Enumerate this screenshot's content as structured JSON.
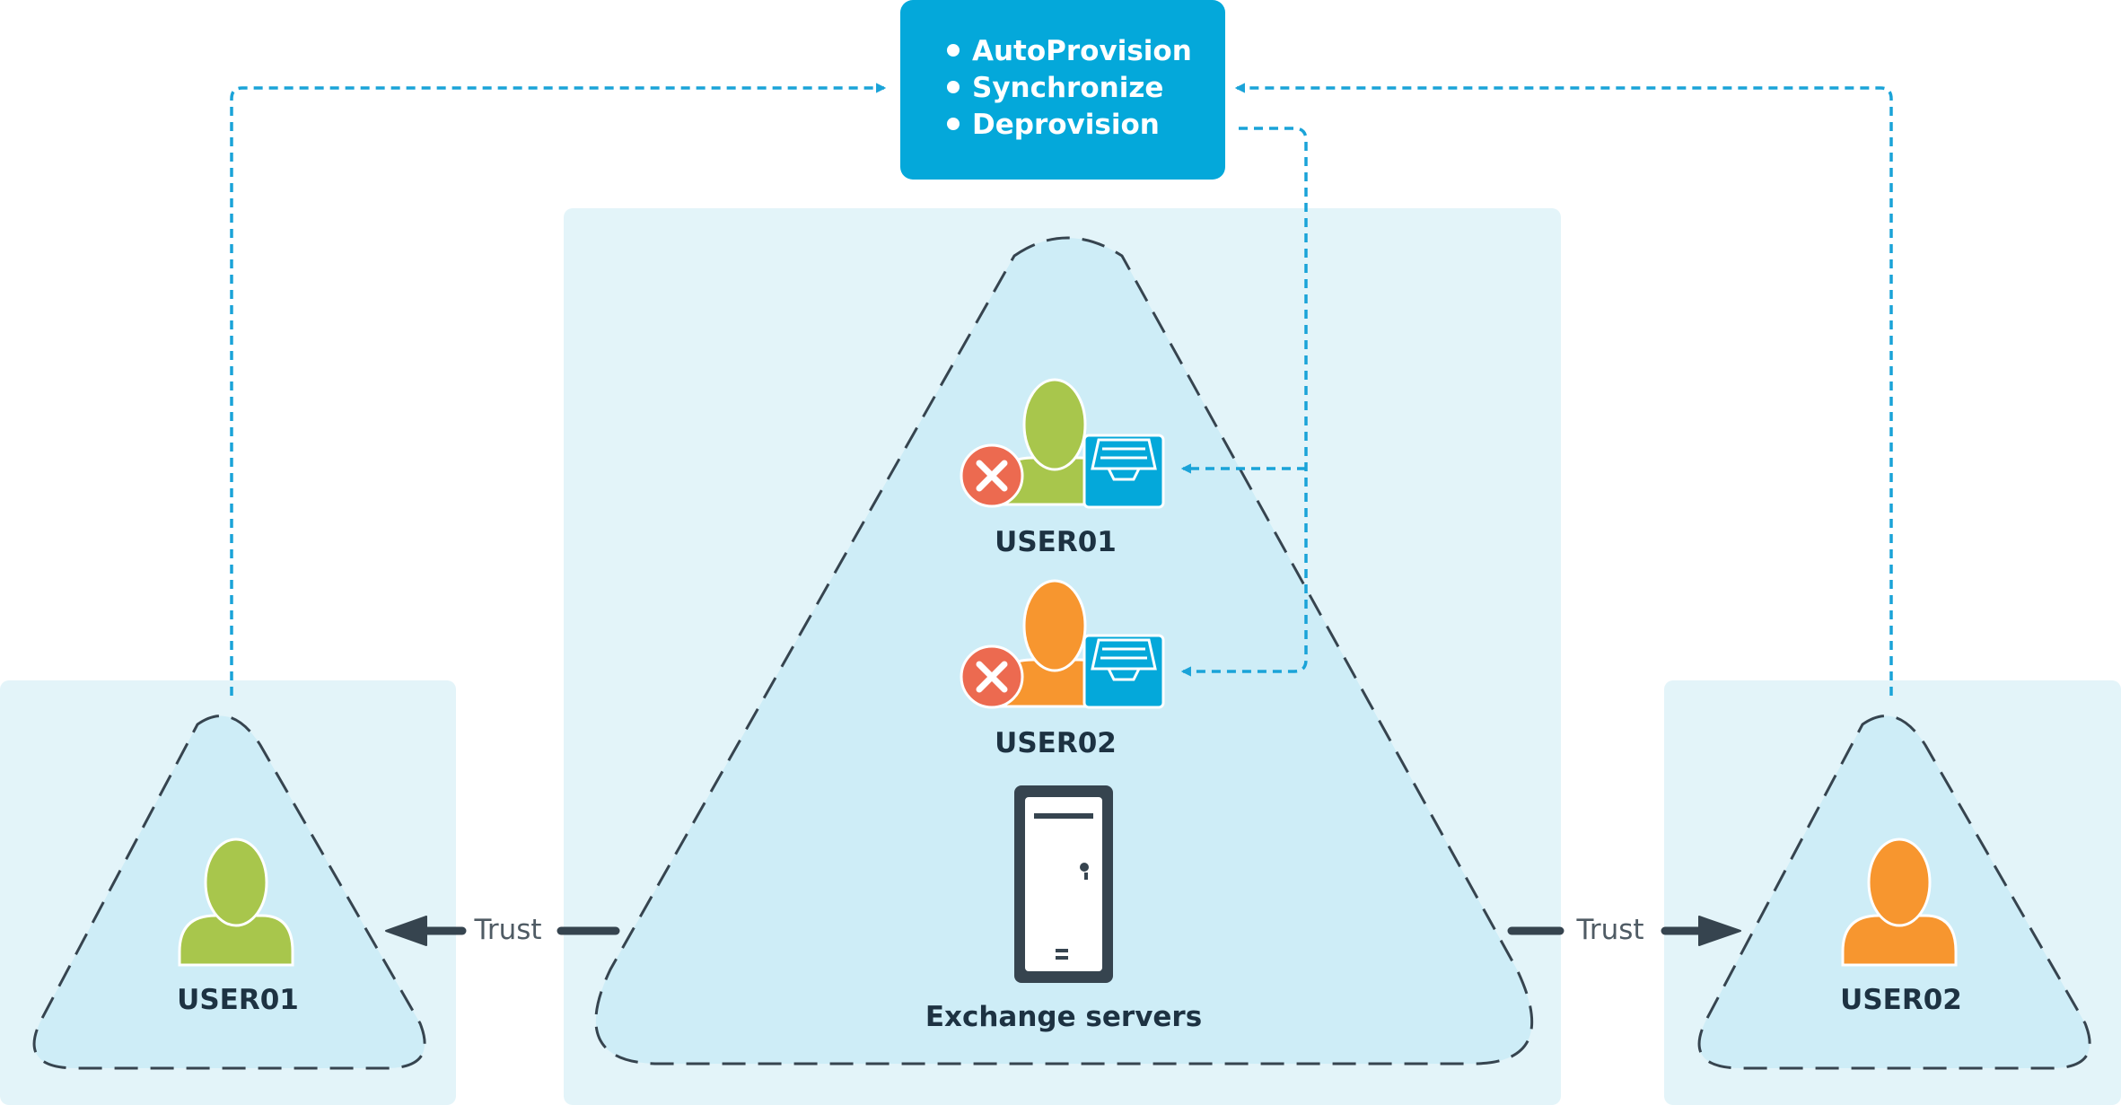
{
  "operations_box": {
    "items": [
      "AutoProvision",
      "Synchronize",
      "Deprovision"
    ],
    "color": "#04a8da"
  },
  "left_domain": {
    "user_label": "USER01",
    "user_color": "#a8c64c"
  },
  "center_domain": {
    "user1_label": "USER01",
    "user2_label": "USER02",
    "server_label": "Exchange servers"
  },
  "right_domain": {
    "user_label": "USER02",
    "user_color": "#f7962f"
  },
  "trust_left": "Trust",
  "trust_right": "Trust",
  "colors": {
    "panel": "#e3f4f9",
    "triangle_fill": "#ceedf7",
    "dashed_blue": "#1aa3d8",
    "dark": "#36444f",
    "error_red": "#ec6a50"
  },
  "icons": {
    "user": "user-icon",
    "mailbox": "mailbox-tray-icon",
    "error": "error-x-icon",
    "server": "server-tower-icon"
  }
}
